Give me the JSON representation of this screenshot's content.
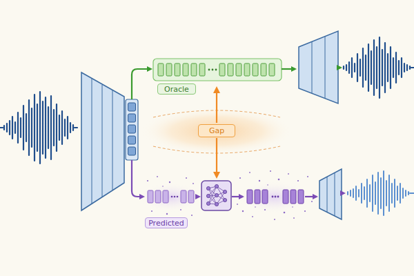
{
  "diagram": {
    "nodes": [
      {
        "text": [
          "Oracle"
        ]
      },
      {
        "text": [
          "Gap"
        ]
      },
      {
        "text": [
          "Predicted"
        ]
      }
    ]
  }
}
